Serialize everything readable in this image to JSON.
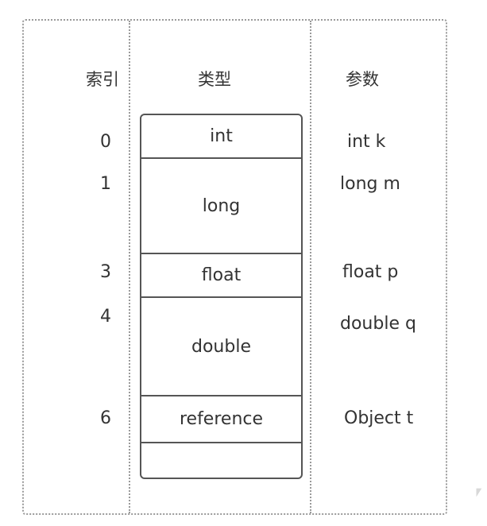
{
  "headers": {
    "index": "索引",
    "type": "类型",
    "param": "参数"
  },
  "slots": [
    {
      "index": "0",
      "type": "int",
      "param": "int k"
    },
    {
      "index": "1",
      "type": "long",
      "param": "long m"
    },
    {
      "index": "3",
      "type": "float",
      "param": "float p"
    },
    {
      "index": "4",
      "type": "double",
      "param": "double q"
    },
    {
      "index": "6",
      "type": "reference",
      "param": "Object t"
    },
    {
      "index": "",
      "type": "",
      "param": ""
    }
  ],
  "colors": {
    "frame": "#9a9a9a",
    "cell_border": "#555555",
    "text": "#333333"
  }
}
